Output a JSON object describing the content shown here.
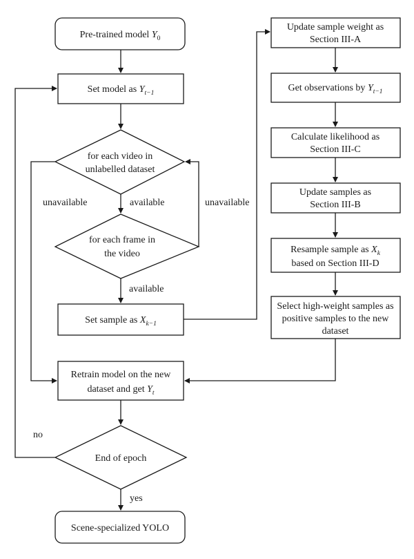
{
  "nodes": {
    "pretrained": {
      "text": "Pre-trained model ",
      "var": "Y",
      "sub": "0"
    },
    "set_model": {
      "text": "Set model as ",
      "var": "Y",
      "sub": "t−1"
    },
    "each_video": {
      "line1": "for each video in",
      "line2": "unlabelled dataset"
    },
    "each_frame": {
      "line1": "for each frame in",
      "line2": "the video"
    },
    "set_sample": {
      "text": "Set sample as ",
      "var": "X",
      "sub": "k−1"
    },
    "retrain": {
      "line1": "Retrain model on the new",
      "line2": "dataset and get ",
      "var": "Y",
      "sub": "t"
    },
    "end_epoch": {
      "text": "End of epoch"
    },
    "result": {
      "text": "Scene-specialized YOLO"
    },
    "update_weight": {
      "line1": "Update sample weight as",
      "line2": "Section III-A"
    },
    "get_obs": {
      "text": "Get observations by ",
      "var": "Y",
      "sub": "t−1"
    },
    "likelihood": {
      "line1": "Calculate likelihood as",
      "line2": "Section III-C"
    },
    "update_samples": {
      "line1": "Update samples as",
      "line2": "Section III-B"
    },
    "resample": {
      "line1": "Resample sample as ",
      "var": "X",
      "sub": "k",
      "line2": "based on Section III-D"
    },
    "select": {
      "line1": "Select high-weight samples as",
      "line2": "positive samples to the new",
      "line3": "dataset"
    }
  },
  "labels": {
    "unavailable_left": "unavailable",
    "available_1": "available",
    "unavailable_right": "unavailable",
    "available_2": "available",
    "no": "no",
    "yes": "yes"
  }
}
